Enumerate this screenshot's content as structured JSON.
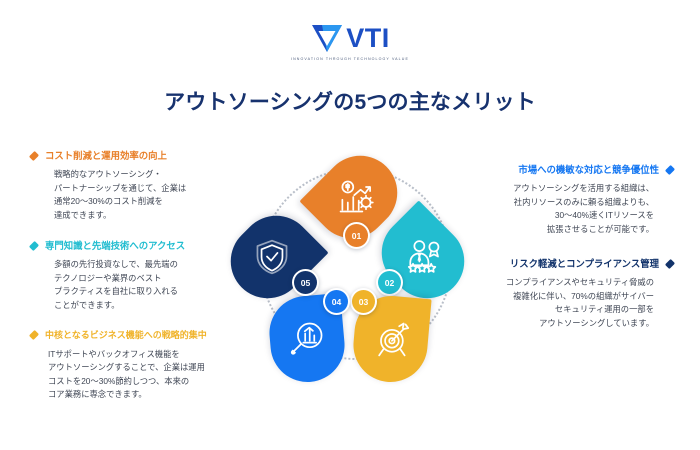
{
  "brand": {
    "logo_mark": "vti-chevron-logo",
    "wordmark": "VTI",
    "tagline": "INNOVATION THROUGH TECHNOLOGY VALUE",
    "colors": {
      "navy": "#12336B",
      "blue": "#1C4FC4",
      "bright_blue": "#1577F2",
      "orange": "#E8802A",
      "teal": "#22BDD0",
      "amber": "#F0B32A",
      "title": "#17326E"
    }
  },
  "title": "アウトソーシングの5つの主なメリット",
  "left_column": [
    {
      "bullet": "diamond-bullet-orange",
      "bullet_color": "#E8802A",
      "heading": "コスト削減と運用効率の向上",
      "heading_color": "#E8802A",
      "body": "戦略的なアウトソーシング・\nパートナーシップを通じて、企業は\n通常20〜30%のコスト削減を\n達成できます。"
    },
    {
      "bullet": "diamond-bullet-teal",
      "bullet_color": "#22BDD0",
      "heading": "専門知識と先端技術へのアクセス",
      "heading_color": "#22BDD0",
      "body": "多額の先行投資なしで、最先端の\nテクノロジーや業界のベスト\nプラクティスを自社に取り入れる\nことができます。"
    },
    {
      "bullet": "diamond-bullet-amber",
      "bullet_color": "#F0B32A",
      "heading": "中核となるビジネス機能への戦略的集中",
      "heading_color": "#F0B32A",
      "body": "ITサポートやバックオフィス機能を\nアウトソーシングすることで、企業は運用\nコストを20〜30%節約しつつ、本来の\nコア業務に専念できます。"
    }
  ],
  "right_column": [
    {
      "bullet": "diamond-bullet-blue",
      "bullet_color": "#1577F2",
      "heading": "市場への機敏な対応と競争優位性",
      "heading_color": "#1577F2",
      "body": "アウトソーシングを活用する組織は、\n社内リソースのみに頼る組織よりも、\n30〜40%速くITリソースを\n拡張させることが可能です。"
    },
    {
      "bullet": "diamond-bullet-navy",
      "bullet_color": "#12336B",
      "heading": "リスク軽減とコンプライアンス管理",
      "heading_color": "#12336B",
      "body": "コンプライアンスやセキュリティ脅威の\n複雑化に伴い、70%の組織がサイバー\nセキュリティ運用の一部を\nアウトソーシングしています。"
    }
  ],
  "diagram": {
    "ring": "dotted-connector-ring",
    "nodes": [
      {
        "number": "01",
        "color": "#E8802A",
        "icon": "growth-chart-dollar-gear-icon"
      },
      {
        "number": "02",
        "color": "#22BDD0",
        "icon": "expert-person-badge-stars-icon"
      },
      {
        "number": "03",
        "color": "#F0B32A",
        "icon": "target-dartboard-arrow-icon"
      },
      {
        "number": "04",
        "color": "#1577F2",
        "icon": "magnifier-bar-chart-icon"
      },
      {
        "number": "05",
        "color": "#12336B",
        "icon": "shield-check-icon"
      }
    ]
  }
}
